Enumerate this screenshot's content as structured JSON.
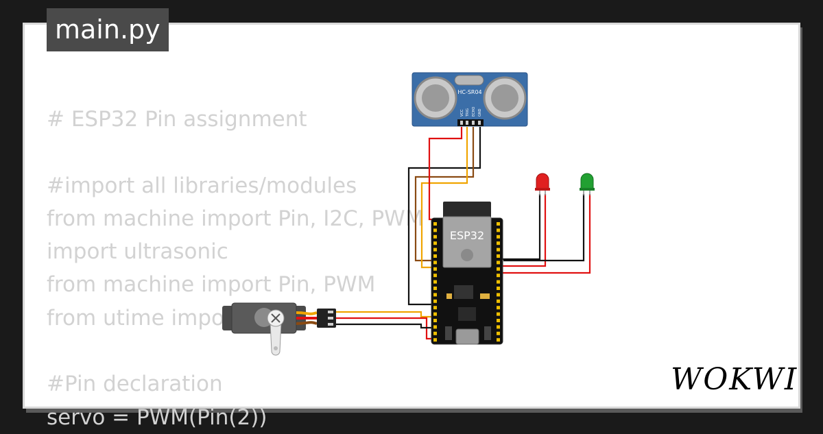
{
  "tab": {
    "title": "main.py"
  },
  "code": {
    "lines": [
      "# ESP32 Pin assignment",
      "",
      "#import all libraries/modules",
      "from machine import Pin, I2C, PWM",
      "import ultrasonic",
      "from machine import Pin, PWM",
      "from utime import sleep",
      "",
      "#Pin declaration",
      "servo = PWM(Pin(2))"
    ]
  },
  "components": {
    "sensor_label": "HC-SR04",
    "sensor_pins": [
      "VCC",
      "TRIG",
      "ECHO",
      "GND"
    ],
    "mcu_label": "ESP32"
  },
  "brand": {
    "logo": "WOKWI"
  },
  "colors": {
    "sensor_board": "#3b6ea8",
    "wire_red": "#e01010",
    "wire_orange": "#f0a400",
    "wire_brown": "#8a4a12",
    "wire_black": "#111111",
    "led_red": "#e02020",
    "led_green": "#22a032",
    "code_text": "#d2d2d2"
  }
}
